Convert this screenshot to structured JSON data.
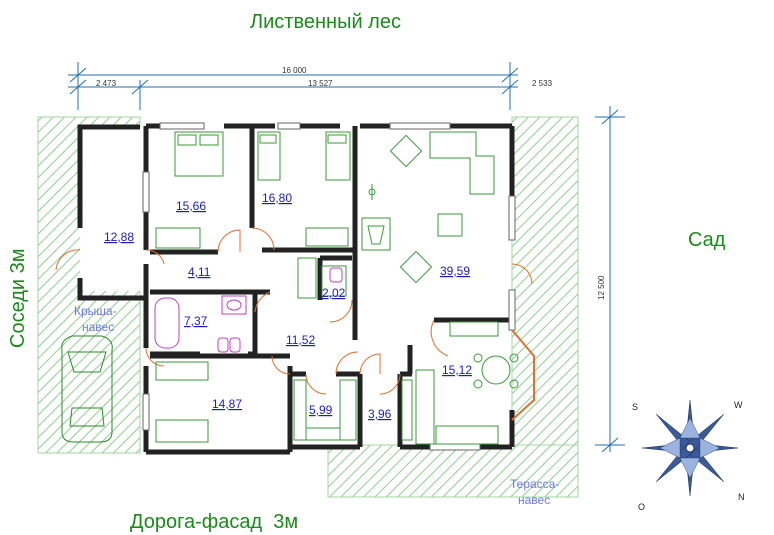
{
  "labels": {
    "forest": "Лиственный лес",
    "garden": "Сад",
    "neighbors": "Соседи 3м",
    "road": "Дорога-фасад  3м",
    "roof_canopy": [
      "Крыша-",
      "навес"
    ],
    "terrace_canopy": [
      "Терасса-",
      "навес"
    ]
  },
  "dimensions": {
    "total_width": "16 000",
    "left_part": "2 473",
    "middle_part": "13 527",
    "right_part": "2 533",
    "height": "12 500"
  },
  "rooms": {
    "carport": "12,88",
    "bedroom_1": "15,66",
    "bedroom_2": "16,80",
    "living": "39,59",
    "corridor_small": "4,11",
    "storage": "2,02",
    "bathroom": "7,37",
    "hall": "11,52",
    "kitchen": "15,12",
    "bedroom_3": "14,87",
    "office": "5,99",
    "entry": "3,96"
  },
  "compass": {
    "s": "S",
    "w": "W",
    "o": "O",
    "n": "N"
  },
  "colors": {
    "label_green": "#1a8a1a",
    "area_blue": "#1c1cc0",
    "hatch": "#9fd49f",
    "walls": "#222222"
  }
}
